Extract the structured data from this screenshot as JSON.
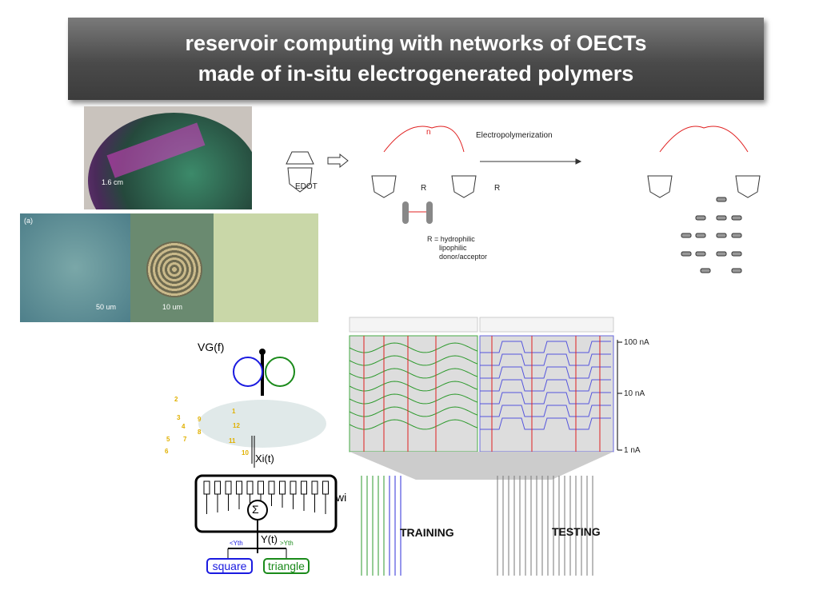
{
  "title": {
    "line1": "reservoir computing with networks of OECTs",
    "line2": "made of in-situ electrogenerated polymers"
  },
  "photos": {
    "wafer_scale": "1.6 cm",
    "panel_label": "(a)",
    "scale1": "50 um",
    "scale2": "10 um"
  },
  "chemistry": {
    "monomer": "EDOT",
    "reaction": "Electropolymerization",
    "r_def": "R = hydrophilic",
    "r_def2": "lipophilic",
    "r_def3": "donor/acceptor",
    "n": "n",
    "R": "R"
  },
  "network": {
    "gate": "VG(f)",
    "input": "Xi(t)",
    "weight": "wi",
    "sum": "Σ",
    "output": "Y(t)",
    "lt": "<Yth",
    "gt": ">Yth",
    "class1": "square",
    "class2": "triangle",
    "electrodes": [
      "1",
      "2",
      "3",
      "4",
      "5",
      "6",
      "7",
      "8",
      "9",
      "10",
      "11",
      "12"
    ]
  },
  "chart": {
    "ticks": [
      "100 nA",
      "10 nA",
      "1 nA"
    ],
    "training": "TRAINING",
    "testing": "TESTING"
  },
  "colors": {
    "title_bg": "#4a4a4a",
    "train": "#2e9a2e",
    "test": "#2e2ed8",
    "red": "#e02020"
  }
}
